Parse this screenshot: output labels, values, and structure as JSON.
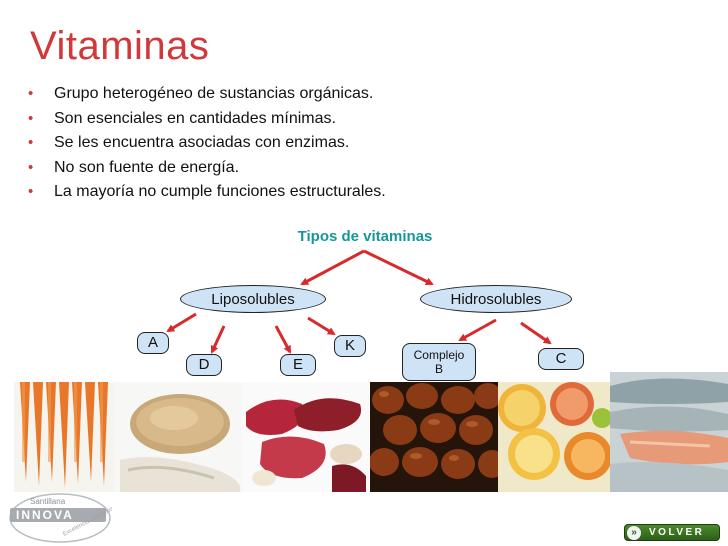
{
  "slide": {
    "title": "Vitaminas",
    "bullets": [
      "Grupo heterogéneo de sustancias orgánicas.",
      "Son esenciales en cantidades mínimas.",
      "Se les encuentra asociadas con enzimas.",
      "No son fuente de energía.",
      "La mayoría no cumple funciones estructurales."
    ],
    "bullet_marker": "•"
  },
  "diagram": {
    "heading": "Tipos de vitaminas",
    "groups": {
      "fat_soluble": "Liposolubles",
      "water_soluble": "Hidrosolubles"
    },
    "fat_soluble_vitamins": [
      "A",
      "D",
      "E",
      "K"
    ],
    "water_soluble_vitamins": {
      "complex_line1": "Complejo",
      "complex_line2": "B",
      "c": "C"
    }
  },
  "images": [
    "carrots-photo",
    "grains-photo",
    "meat-photo",
    "chestnuts-photo",
    "citrus-photo",
    "fish-photo"
  ],
  "footer": {
    "logo_lines": [
      "Santillana",
      "INNOVA",
      "Excelencia educativa"
    ],
    "back_button": "VOLVER"
  },
  "colors": {
    "title": "#d1383a",
    "heading": "#17969a",
    "arrow": "#d82a2a",
    "box_fill": "#cfe3f6",
    "button": "#3f7a26"
  }
}
